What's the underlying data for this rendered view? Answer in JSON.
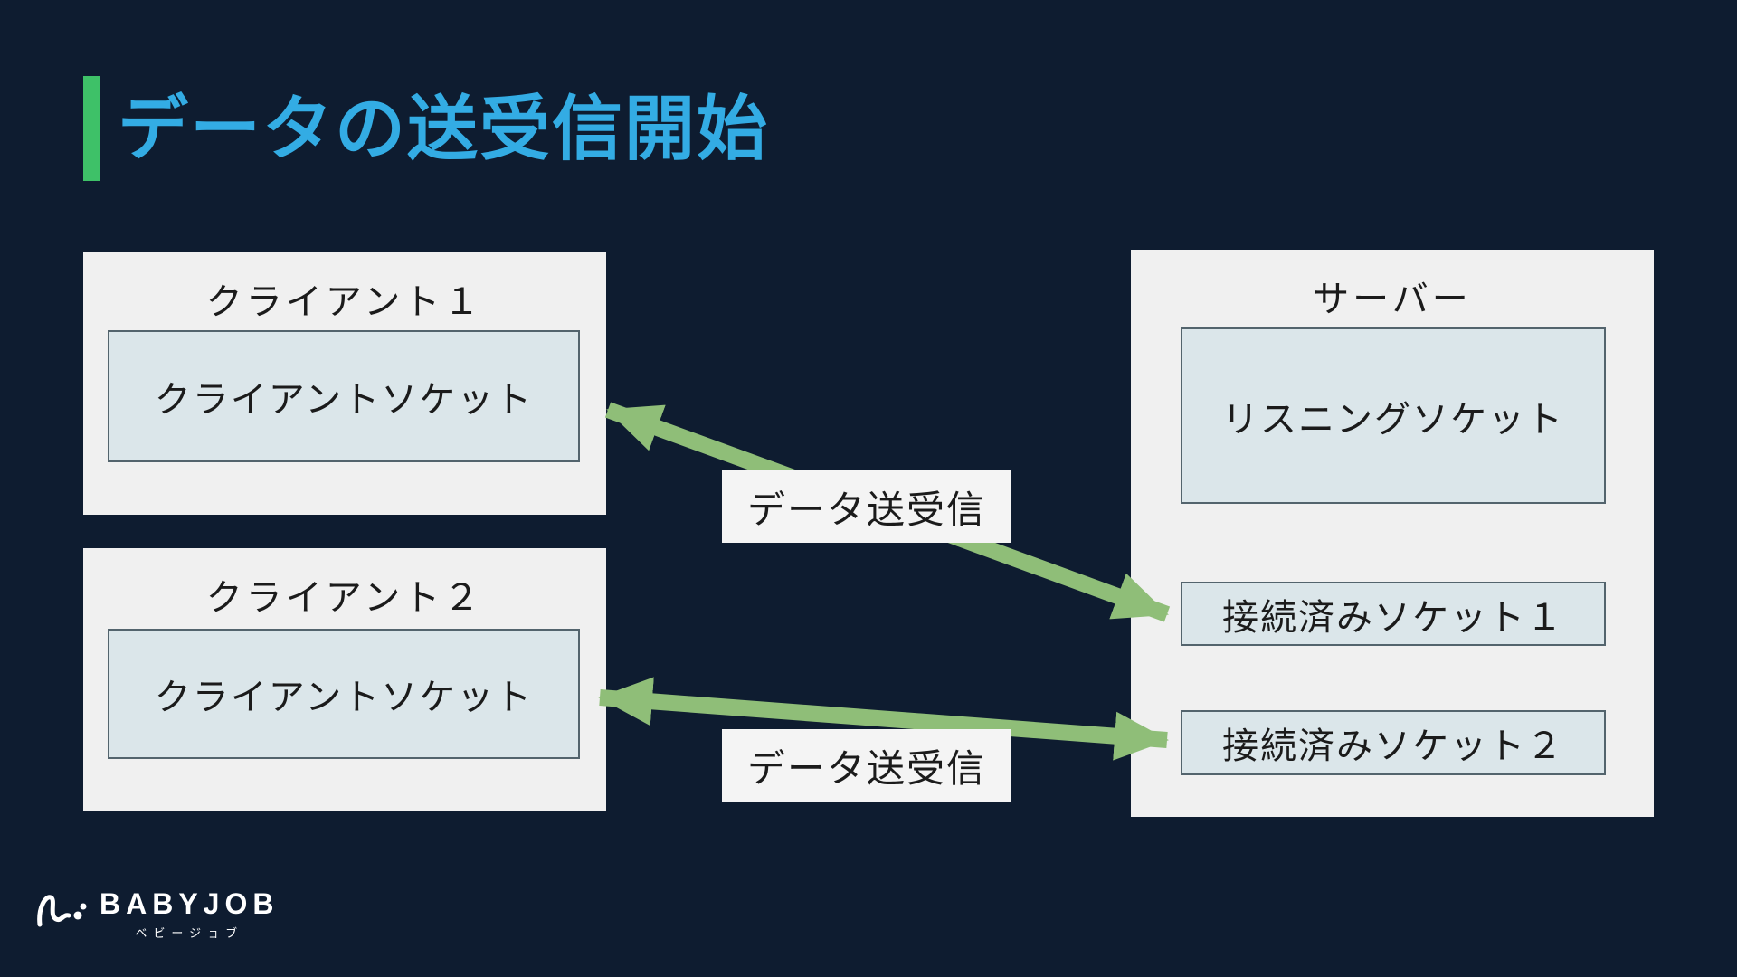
{
  "slide": {
    "title": "データの送受信開始"
  },
  "diagram": {
    "clients": [
      {
        "title": "クライアント１",
        "socket": "クライアントソケット"
      },
      {
        "title": "クライアント２",
        "socket": "クライアントソケット"
      }
    ],
    "server": {
      "title": "サーバー",
      "listening_socket": "リスニングソケット",
      "connected_sockets": [
        "接続済みソケット１",
        "接続済みソケット２"
      ]
    },
    "connections": [
      {
        "label": "データ送受信",
        "from": "client1-socket",
        "to": "server-connected-socket-1",
        "style": "double-arrow"
      },
      {
        "label": "データ送受信",
        "from": "client2-socket",
        "to": "server-connected-socket-2",
        "style": "double-arrow"
      }
    ]
  },
  "logo": {
    "brand": "BABYJOB",
    "caption": "ベビージョブ"
  },
  "colors": {
    "bg": "#0e1c30",
    "title_blue": "#33ace4",
    "accent_green": "#3ec168",
    "arrow_green": "#8fbe78",
    "box_bg": "#f0f0f0",
    "socket_bg": "#dbe6ea",
    "socket_border": "#53646d",
    "label_bg": "#f4f4f4",
    "text_dark": "#1b1b1b"
  }
}
